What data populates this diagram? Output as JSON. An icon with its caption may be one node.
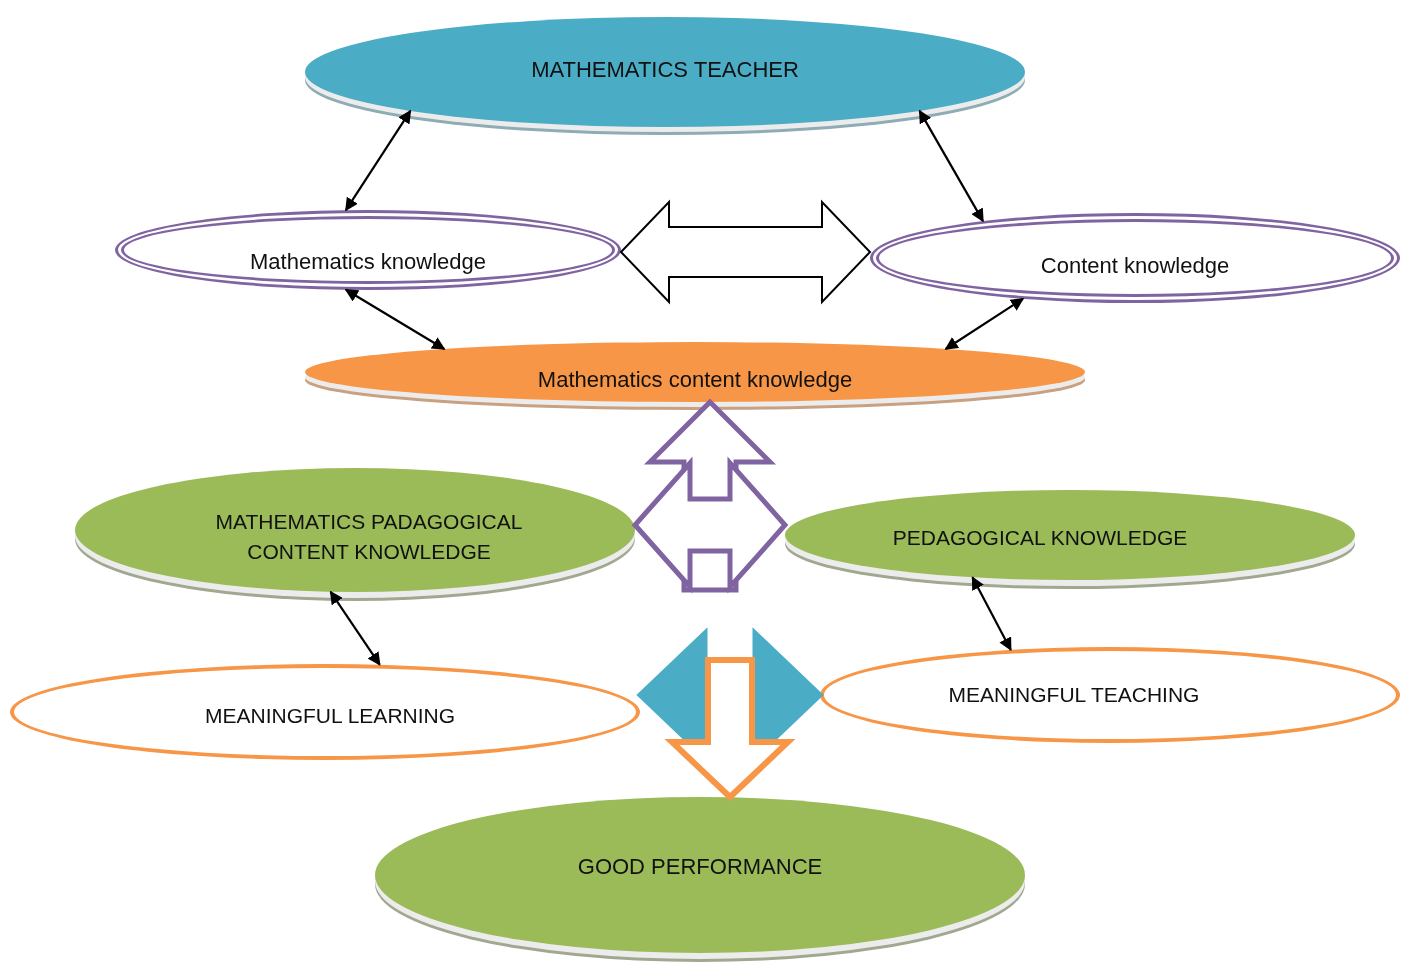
{
  "diagram": {
    "nodes": [
      {
        "text": [
          "MATHEMATICS TEACHER"
        ]
      },
      {
        "text": [
          "Mathematics knowledge"
        ]
      },
      {
        "text": [
          "Content knowledge"
        ]
      },
      {
        "text": [
          "Mathematics content knowledge"
        ]
      },
      {
        "text": [
          "MATHEMATICS PADAGOGICAL CONTENT KNOWLEDGE"
        ]
      },
      {
        "text": [
          "PEDAGOGICAL KNOWLEDGE"
        ]
      },
      {
        "text": [
          "MEANINGFUL LEARNING"
        ]
      },
      {
        "text": [
          "MEANINGFUL TEACHING"
        ]
      },
      {
        "text": [
          "GOOD PERFORMANCE"
        ]
      }
    ],
    "edges": [
      {
        "from": 0,
        "to": 1,
        "arrow": "both"
      },
      {
        "from": 0,
        "to": 2,
        "arrow": "both"
      },
      {
        "from": 1,
        "to": 2,
        "arrow": "both",
        "style": "thick"
      },
      {
        "from": 1,
        "to": 3,
        "arrow": "both"
      },
      {
        "from": 2,
        "to": 3,
        "arrow": "both"
      },
      {
        "from": 4,
        "to": 5,
        "arrow": "both",
        "style": "thick",
        "color": "#8064a2"
      },
      {
        "from": null,
        "to": 3,
        "arrow": "to",
        "style": "thick",
        "color": "#8064a2"
      },
      {
        "from": 4,
        "to": 6,
        "arrow": "both"
      },
      {
        "from": 5,
        "to": 7,
        "arrow": "both"
      },
      {
        "from": 6,
        "to": 7,
        "arrow": "both",
        "style": "thick",
        "color": "#4bacc6"
      },
      {
        "from": null,
        "to": 8,
        "arrow": "to",
        "style": "thick",
        "color": "#f79646"
      }
    ]
  }
}
